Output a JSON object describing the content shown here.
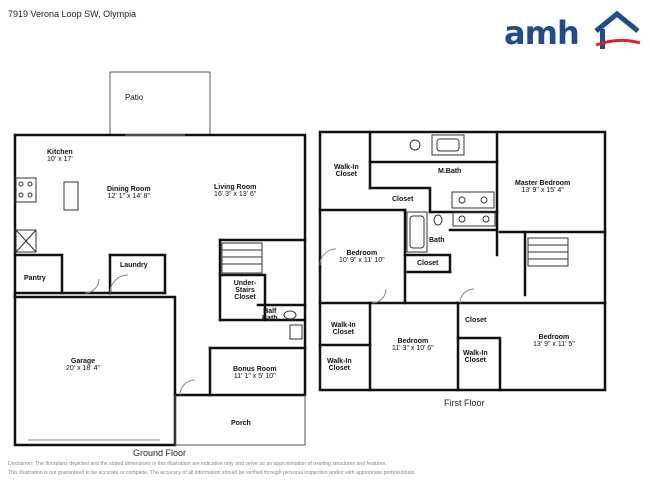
{
  "header": {
    "address": "7919 Verona Loop SW, Olympia",
    "logo_text": "amh",
    "brand_color": "#1f4c8f",
    "accent_color": "#d6252f"
  },
  "ground_floor": {
    "label": "Ground Floor",
    "rooms": {
      "patio": {
        "name": "Patio"
      },
      "kitchen": {
        "name": "Kitchen",
        "dim": "10' x 17'"
      },
      "dining": {
        "name": "Dining Room",
        "dim": "12' 1\" x 14' 8\""
      },
      "living": {
        "name": "Living Room",
        "dim": "16' 3\" x 13' 6\""
      },
      "laundry": {
        "name": "Laundry"
      },
      "pantry": {
        "name": "Pantry"
      },
      "understairs": {
        "line1": "Under-",
        "line2": "Stairs",
        "line3": "Closet"
      },
      "halfbath": {
        "line1": "Half",
        "line2": "Bath"
      },
      "garage": {
        "name": "Garage",
        "dim": "20' x 18' 4\""
      },
      "bonus": {
        "name": "Bonus Room",
        "dim": "11' 1\" x 5' 10\""
      },
      "porch": {
        "name": "Porch"
      }
    }
  },
  "first_floor": {
    "label": "First Floor",
    "rooms": {
      "walkin_top": {
        "line1": "Walk-In",
        "line2": "Closet"
      },
      "mbath": {
        "name": "M.Bath"
      },
      "closet_mb": {
        "name": "Closet"
      },
      "master": {
        "name": "Master Bedroom",
        "dim": "13' 9\" x 15' 4\""
      },
      "bedroom_left": {
        "name": "Bedroom",
        "dim": "10' 9\" x 11' 10\""
      },
      "bath": {
        "name": "Bath"
      },
      "closet_mid": {
        "name": "Closet"
      },
      "walkin_a": {
        "line1": "Walk-In",
        "line2": "Closet"
      },
      "walkin_b": {
        "line1": "Walk-In",
        "line2": "Closet"
      },
      "bedroom_mid": {
        "name": "Bedroom",
        "dim": "11' 3\" x 10' 6\""
      },
      "closet_right": {
        "name": "Closet"
      },
      "walkin_c": {
        "line1": "Walk-In",
        "line2": "Closet"
      },
      "bedroom_right": {
        "name": "Bedroom",
        "dim": "13' 9\" x 11' 5\""
      }
    }
  },
  "disclaimer": {
    "line1": "Disclaimer: The floorplans depicted and the stated dimensions in this illustration are indicative only and serve as an approximation of existing structures and features.",
    "line2": "This illustration is not guaranteed to be accurate or complete. The accuracy of all information should be verified through personal inspection and/or with appropriate professionals."
  }
}
